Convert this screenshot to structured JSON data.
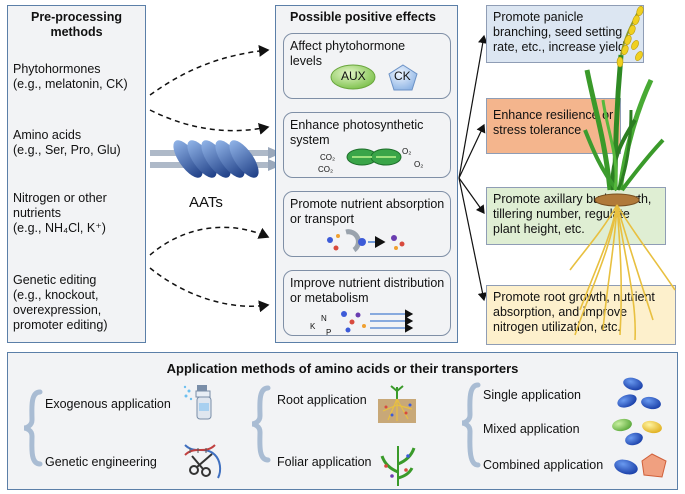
{
  "preprocessing": {
    "title": "Pre-processing methods",
    "items": [
      {
        "label": "Phytohormones",
        "example": "(e.g., melatonin, CK)"
      },
      {
        "label": "Amino acids",
        "example": "(e.g., Ser, Pro, Glu)"
      },
      {
        "label": "Nitrogen or other nutrients",
        "example": "(e.g., NH₄Cl, K⁺)"
      },
      {
        "label": "Genetic editing",
        "example": "(e.g., knockout, overexpression, promoter editing)"
      }
    ]
  },
  "aats_label": "AATs",
  "effects": {
    "title": "Possible positive effects",
    "items": [
      {
        "text": "Affect phytohormone levels",
        "tags": [
          "AUX",
          "CK"
        ]
      },
      {
        "text": "Enhance photosynthetic system",
        "tags": [
          "CO₂",
          "CO₂",
          "O₂",
          "O₂"
        ]
      },
      {
        "text": "Promote nutrient absorption or transport"
      },
      {
        "text": "Improve nutrient distribution or metabolism",
        "tags": [
          "N",
          "K",
          "P"
        ]
      }
    ]
  },
  "outcomes": [
    {
      "text": "Promote panicle branching, seed setting rate, etc., increase yield",
      "color": "#dce6f2"
    },
    {
      "text": "Enhance resilience or stress tolerance",
      "color": "#f4b58d"
    },
    {
      "text": "Promote axillary bud growth, tillering number, regulate plant height, etc.",
      "color": "#dfeed3"
    },
    {
      "text": "Promote root growth, nutrient absorption, and improve nitrogen utilization, etc.",
      "color": "#fdf0cc"
    }
  ],
  "application": {
    "title": "Application methods of amino acids or their transporters",
    "col1": [
      "Exogenous application",
      "Genetic engineering"
    ],
    "col2": [
      "Root application",
      "Foliar application"
    ],
    "col3": [
      "Single application",
      "Mixed application",
      "Combined application"
    ]
  }
}
